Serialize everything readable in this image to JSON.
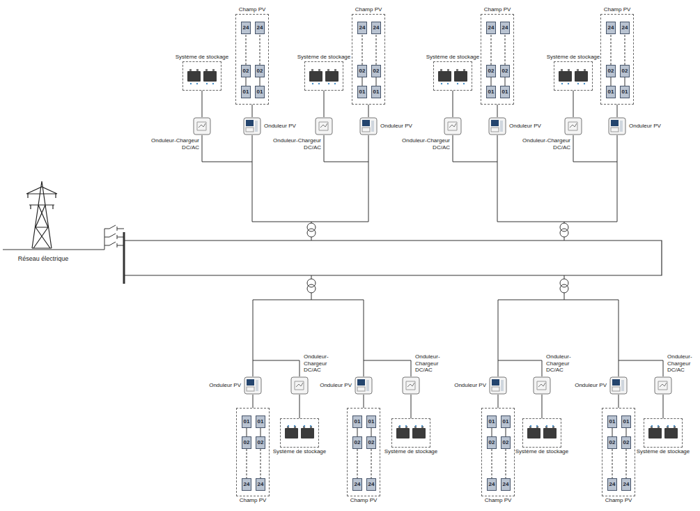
{
  "diagram": {
    "nodes": [
      {
        "text": [
          "Champ PV"
        ]
      },
      {
        "text": [
          "01"
        ],
        "in": 0
      },
      {
        "text": [
          "02"
        ],
        "in": 0
      },
      {
        "text": [
          "24"
        ],
        "in": 0
      },
      {
        "text": [
          "01"
        ],
        "in": 0
      },
      {
        "text": [
          "02"
        ],
        "in": 0
      },
      {
        "text": [
          "24"
        ],
        "in": 0
      },
      {
        "text": [
          "Système de stockage"
        ]
      },
      {
        "text": [
          "Onduleur PV"
        ]
      },
      {
        "text": [
          "Onduleur-Chargeur DC/AC"
        ]
      },
      {
        "text": [
          "Champ PV"
        ]
      },
      {
        "text": [
          "01"
        ],
        "in": 10
      },
      {
        "text": [
          "02"
        ],
        "in": 10
      },
      {
        "text": [
          "24"
        ],
        "in": 10
      },
      {
        "text": [
          "01"
        ],
        "in": 10
      },
      {
        "text": [
          "02"
        ],
        "in": 10
      },
      {
        "text": [
          "24"
        ],
        "in": 10
      },
      {
        "text": [
          "Système de stockage"
        ]
      },
      {
        "text": [
          "Onduleur PV"
        ]
      },
      {
        "text": [
          "Onduleur-Chargeur DC/AC"
        ]
      },
      {
        "text": [
          "Champ PV"
        ]
      },
      {
        "text": [
          "01"
        ],
        "in": 20
      },
      {
        "text": [
          "02"
        ],
        "in": 20
      },
      {
        "text": [
          "24"
        ],
        "in": 20
      },
      {
        "text": [
          "01"
        ],
        "in": 20
      },
      {
        "text": [
          "02"
        ],
        "in": 20
      },
      {
        "text": [
          "24"
        ],
        "in": 20
      },
      {
        "text": [
          "Système de stockage"
        ]
      },
      {
        "text": [
          "Onduleur PV"
        ]
      },
      {
        "text": [
          "Onduleur-Chargeur DC/AC"
        ]
      },
      {
        "text": [
          "Champ PV"
        ]
      },
      {
        "text": [
          "01"
        ],
        "in": 30
      },
      {
        "text": [
          "02"
        ],
        "in": 30
      },
      {
        "text": [
          "24"
        ],
        "in": 30
      },
      {
        "text": [
          "01"
        ],
        "in": 30
      },
      {
        "text": [
          "02"
        ],
        "in": 30
      },
      {
        "text": [
          "24"
        ],
        "in": 30
      },
      {
        "text": [
          "Système de stockage"
        ]
      },
      {
        "text": [
          "Onduleur PV"
        ]
      },
      {
        "text": [
          "Onduleur-Chargeur DC/AC"
        ]
      },
      {
        "text": [
          "Réseau électrique"
        ]
      },
      {
        "text": [
          "Champ PV"
        ]
      },
      {
        "text": [
          "01"
        ],
        "in": 41
      },
      {
        "text": [
          "02"
        ],
        "in": 41
      },
      {
        "text": [
          "24"
        ],
        "in": 41
      },
      {
        "text": [
          "01"
        ],
        "in": 41
      },
      {
        "text": [
          "02"
        ],
        "in": 41
      },
      {
        "text": [
          "24"
        ],
        "in": 41
      },
      {
        "text": [
          "Système de stockage"
        ]
      },
      {
        "text": [
          "Onduleur PV"
        ]
      },
      {
        "text": [
          "Onduleur-Chargeur DC/AC"
        ]
      },
      {
        "text": [
          "Champ PV"
        ]
      },
      {
        "text": [
          "01"
        ],
        "in": 51
      },
      {
        "text": [
          "02"
        ],
        "in": 51
      },
      {
        "text": [
          "24"
        ],
        "in": 51
      },
      {
        "text": [
          "01"
        ],
        "in": 51
      },
      {
        "text": [
          "02"
        ],
        "in": 51
      },
      {
        "text": [
          "24"
        ],
        "in": 51
      },
      {
        "text": [
          "Système de stockage"
        ]
      },
      {
        "text": [
          "Onduleur PV"
        ]
      },
      {
        "text": [
          "Onduleur-Chargeur DC/AC"
        ]
      },
      {
        "text": [
          "Champ PV"
        ]
      },
      {
        "text": [
          "01"
        ],
        "in": 61
      },
      {
        "text": [
          "02"
        ],
        "in": 61
      },
      {
        "text": [
          "24"
        ],
        "in": 61
      },
      {
        "text": [
          "01"
        ],
        "in": 61
      },
      {
        "text": [
          "02"
        ],
        "in": 61
      },
      {
        "text": [
          "24"
        ],
        "in": 61
      },
      {
        "text": [
          "Système de stockage"
        ]
      },
      {
        "text": [
          "Onduleur PV"
        ]
      },
      {
        "text": [
          "Onduleur-Chargeur DC/AC"
        ]
      },
      {
        "text": [
          "Champ PV"
        ]
      },
      {
        "text": [
          "01"
        ],
        "in": 71
      },
      {
        "text": [
          "02"
        ],
        "in": 71
      },
      {
        "text": [
          "24"
        ],
        "in": 71
      },
      {
        "text": [
          "01"
        ],
        "in": 71
      },
      {
        "text": [
          "02"
        ],
        "in": 71
      },
      {
        "text": [
          "24"
        ],
        "in": 71
      },
      {
        "text": [
          "Système de stockage"
        ]
      },
      {
        "text": [
          "Onduleur PV"
        ]
      },
      {
        "text": [
          "Onduleur-Chargeur DC/AC"
        ]
      }
    ],
    "edges": [
      {
        "from": 1,
        "to": 2,
        "arrow": "none"
      },
      {
        "from": 2,
        "to": 3,
        "arrow": "none"
      },
      {
        "from": 4,
        "to": 5,
        "arrow": "none"
      },
      {
        "from": 5,
        "to": 6,
        "arrow": "none"
      },
      {
        "from": 0,
        "to": 8,
        "arrow": "none"
      },
      {
        "from": 7,
        "to": 9,
        "arrow": "none"
      },
      {
        "from": 11,
        "to": 12,
        "arrow": "none"
      },
      {
        "from": 12,
        "to": 13,
        "arrow": "none"
      },
      {
        "from": 14,
        "to": 15,
        "arrow": "none"
      },
      {
        "from": 15,
        "to": 16,
        "arrow": "none"
      },
      {
        "from": 10,
        "to": 18,
        "arrow": "none"
      },
      {
        "from": 17,
        "to": 19,
        "arrow": "none"
      },
      {
        "from": 21,
        "to": 22,
        "arrow": "none"
      },
      {
        "from": 22,
        "to": 23,
        "arrow": "none"
      },
      {
        "from": 24,
        "to": 25,
        "arrow": "none"
      },
      {
        "from": 25,
        "to": 26,
        "arrow": "none"
      },
      {
        "from": 20,
        "to": 28,
        "arrow": "none"
      },
      {
        "from": 27,
        "to": 29,
        "arrow": "none"
      },
      {
        "from": 31,
        "to": 32,
        "arrow": "none"
      },
      {
        "from": 32,
        "to": 33,
        "arrow": "none"
      },
      {
        "from": 34,
        "to": 35,
        "arrow": "none"
      },
      {
        "from": 35,
        "to": 36,
        "arrow": "none"
      },
      {
        "from": 30,
        "to": 38,
        "arrow": "none"
      },
      {
        "from": 37,
        "to": 39,
        "arrow": "none"
      },
      {
        "from": 42,
        "to": 43,
        "arrow": "none"
      },
      {
        "from": 43,
        "to": 44,
        "arrow": "none"
      },
      {
        "from": 45,
        "to": 46,
        "arrow": "none"
      },
      {
        "from": 46,
        "to": 47,
        "arrow": "none"
      },
      {
        "from": 41,
        "to": 49,
        "arrow": "none"
      },
      {
        "from": 48,
        "to": 50,
        "arrow": "none"
      },
      {
        "from": 52,
        "to": 53,
        "arrow": "none"
      },
      {
        "from": 53,
        "to": 54,
        "arrow": "none"
      },
      {
        "from": 55,
        "to": 56,
        "arrow": "none"
      },
      {
        "from": 56,
        "to": 57,
        "arrow": "none"
      },
      {
        "from": 51,
        "to": 59,
        "arrow": "none"
      },
      {
        "from": 58,
        "to": 60,
        "arrow": "none"
      },
      {
        "from": 62,
        "to": 63,
        "arrow": "none"
      },
      {
        "from": 63,
        "to": 64,
        "arrow": "none"
      },
      {
        "from": 65,
        "to": 66,
        "arrow": "none"
      },
      {
        "from": 66,
        "to": 67,
        "arrow": "none"
      },
      {
        "from": 61,
        "to": 69,
        "arrow": "none"
      },
      {
        "from": 68,
        "to": 70,
        "arrow": "none"
      },
      {
        "from": 72,
        "to": 73,
        "arrow": "none"
      },
      {
        "from": 73,
        "to": 74,
        "arrow": "none"
      },
      {
        "from": 75,
        "to": 76,
        "arrow": "none"
      },
      {
        "from": 76,
        "to": 77,
        "arrow": "none"
      },
      {
        "from": 71,
        "to": 79,
        "arrow": "none"
      },
      {
        "from": 78,
        "to": 80,
        "arrow": "none"
      }
    ]
  }
}
